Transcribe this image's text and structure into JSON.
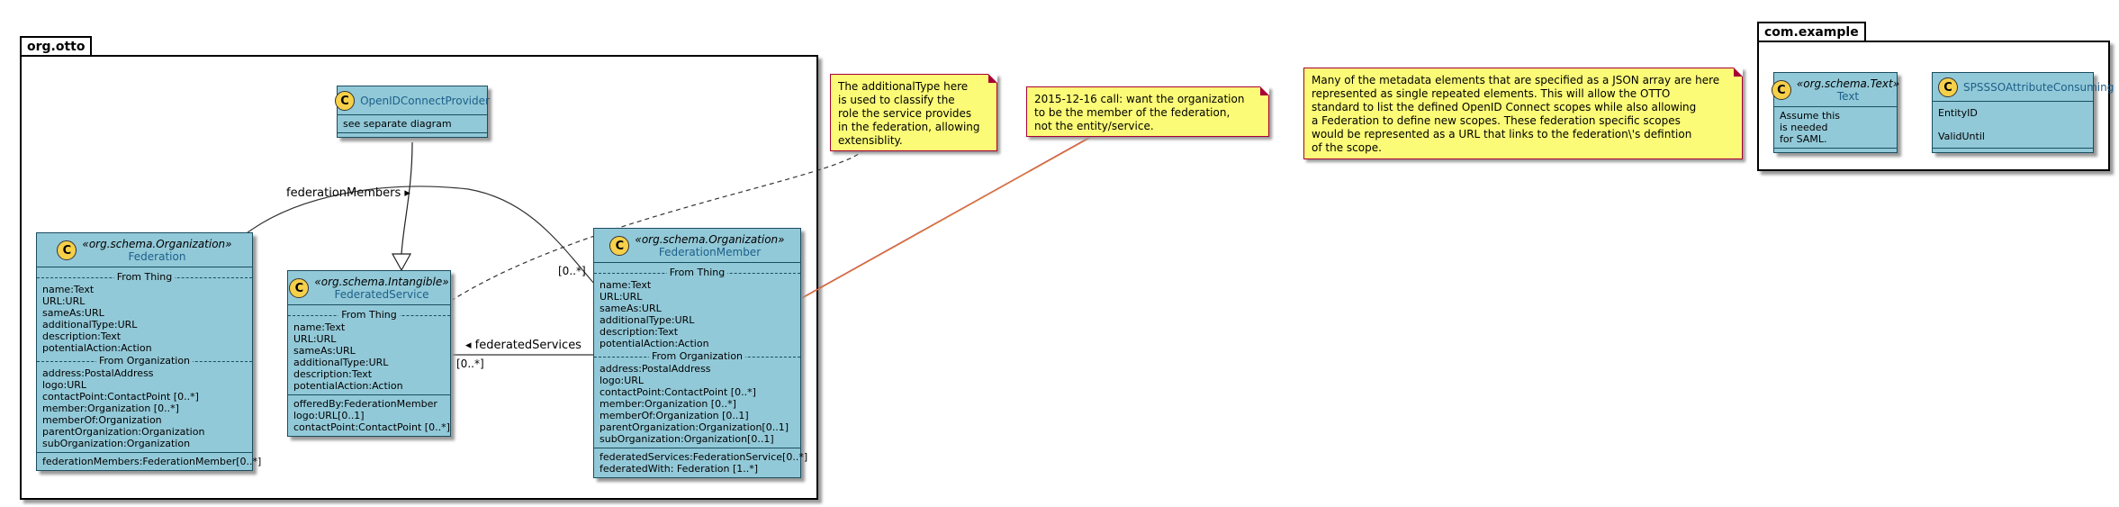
{
  "packages": {
    "otto": "org.otto",
    "example": "com.example"
  },
  "classes": {
    "openid": {
      "icon": "C",
      "name": "OpenIDConnectProvider",
      "body": [
        "see separate diagram"
      ]
    },
    "federation": {
      "icon": "C",
      "stereotype": "«org.schema.Organization»",
      "name": "Federation",
      "sep_thing": "From Thing",
      "thing": [
        "name:Text",
        "URL:URL",
        "sameAs:URL",
        "additionalType:URL",
        "description:Text",
        "potentialAction:Action"
      ],
      "sep_org": "From Organization",
      "org": [
        "address:PostalAddress",
        "logo:URL",
        "contactPoint:ContactPoint [0..*]",
        "member:Organization [0..*]",
        "memberOf:Organization",
        "parentOrganization:Organization",
        "subOrganization:Organization"
      ],
      "own": [
        "federationMembers:FederationMember[0..*]"
      ]
    },
    "service": {
      "icon": "C",
      "stereotype": "«org.schema.Intangible»",
      "name": "FederatedService",
      "sep_thing": "From Thing",
      "thing": [
        "name:Text",
        "URL:URL",
        "sameAs:URL",
        "additionalType:URL",
        "description:Text",
        "potentialAction:Action"
      ],
      "own": [
        "offeredBy:FederationMember",
        "logo:URL[0..1]",
        "contactPoint:ContactPoint [0..*]"
      ]
    },
    "member": {
      "icon": "C",
      "stereotype": "«org.schema.Organization»",
      "name": "FederationMember",
      "sep_thing": "From Thing",
      "thing": [
        "name:Text",
        "URL:URL",
        "sameAs:URL",
        "additionalType:URL",
        "description:Text",
        "potentialAction:Action"
      ],
      "sep_org": "From Organization",
      "org": [
        "address:PostalAddress",
        "logo:URL",
        "contactPoint:ContactPoint [0..*]",
        "member:Organization [0..*]",
        "memberOf:Organization [0..1]",
        "parentOrganization:Organization[0..1]",
        "subOrganization:Organization[0..1]"
      ],
      "own": [
        "federatedServices:FederationService[0..*]",
        "federatedWith: Federation [1..*]"
      ]
    },
    "text": {
      "icon": "C",
      "stereotype": "«org.schema.Text»",
      "name": "Text",
      "body": [
        "Assume this",
        "is needed",
        "for SAML."
      ]
    },
    "spsso": {
      "icon": "C",
      "name": "SPSSSOAttributeConsuming",
      "body": [
        "EntityID",
        "",
        "ValidUntil"
      ]
    }
  },
  "associations": {
    "federation_members": "federationMembers ▸",
    "members_mult": "[0..*]",
    "federated_services": "◂ federatedServices",
    "services_mult": "[0..*]"
  },
  "notes": {
    "additional_type": [
      "The additionalType here",
      "is used to classify the",
      "role the service provides",
      "in the federation, allowing",
      "extensiblity."
    ],
    "call": [
      "2015-12-16 call: want the organization",
      "to be the member of the federation,",
      "not the entity/service."
    ],
    "metadata": [
      "Many of the metadata elements that are specified as a JSON array are here",
      "represented as single repeated elements. This will allow the OTTO",
      "standard to list the defined OpenID Connect scopes while also allowing",
      "a Federation to define new scopes. These federation specific scopes",
      "would be represented as a URL that links to the federation\\'s defintion",
      "of the scope."
    ]
  },
  "colors": {
    "class_fill": "#92c9d8",
    "class_border": "#1b4d60",
    "class_name": "#1d5f8a",
    "note_fill": "#fbfb77",
    "note_border": "#a80036",
    "circle_fill": "#f7d04a"
  }
}
